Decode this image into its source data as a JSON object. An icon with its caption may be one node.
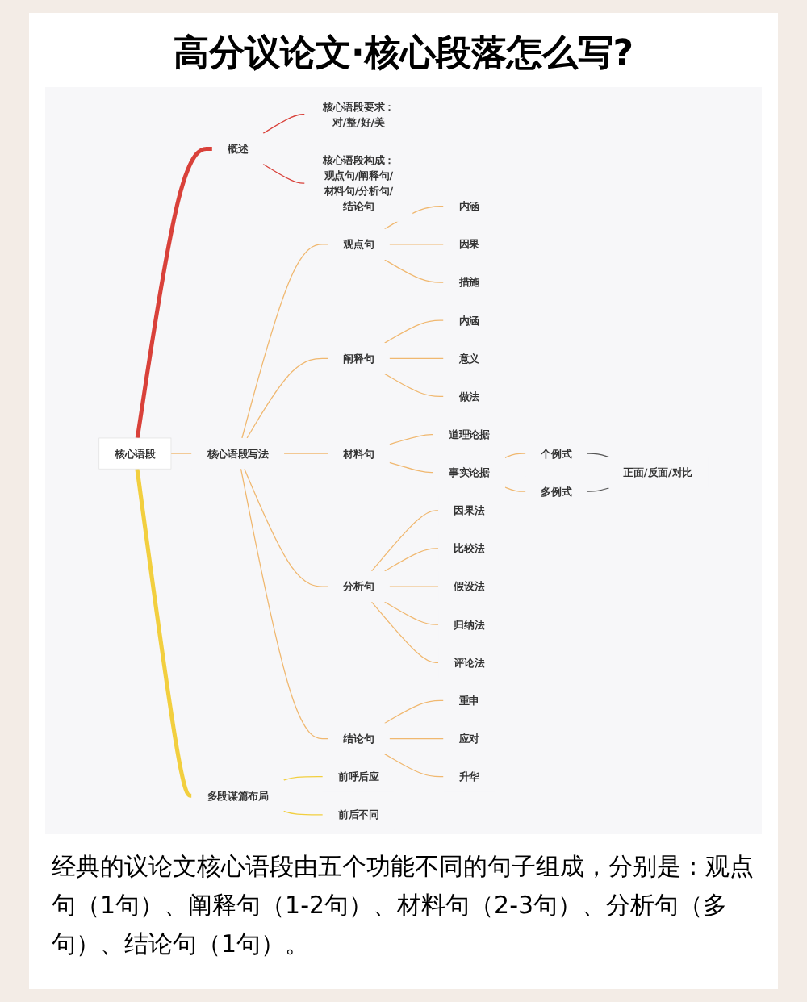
{
  "diagram": {
    "title": "高分议论文·核心段落怎么写?",
    "nodes": [
      {
        "text": [
          "核心语段"
        ]
      },
      {
        "text": [
          "概述"
        ]
      },
      {
        "text": [
          "核心语段要求：对/整/好/美"
        ]
      },
      {
        "text": [
          "核心语段构成：观点句/阐释句/材料句/分析句/结论句"
        ]
      },
      {
        "text": [
          "核心语段写法"
        ]
      },
      {
        "text": [
          "观点句"
        ]
      },
      {
        "text": [
          "内涵"
        ]
      },
      {
        "text": [
          "因果"
        ]
      },
      {
        "text": [
          "措施"
        ]
      },
      {
        "text": [
          "阐释句"
        ]
      },
      {
        "text": [
          "内涵"
        ]
      },
      {
        "text": [
          "意义"
        ]
      },
      {
        "text": [
          "做法"
        ]
      },
      {
        "text": [
          "材料句"
        ]
      },
      {
        "text": [
          "道理论据"
        ]
      },
      {
        "text": [
          "事实论据"
        ]
      },
      {
        "text": [
          "个例式"
        ]
      },
      {
        "text": [
          "多例式"
        ]
      },
      {
        "text": [
          "正面/反面/对比"
        ]
      },
      {
        "text": [
          "分析句"
        ]
      },
      {
        "text": [
          "因果法"
        ]
      },
      {
        "text": [
          "比较法"
        ]
      },
      {
        "text": [
          "假设法"
        ]
      },
      {
        "text": [
          "归纳法"
        ]
      },
      {
        "text": [
          "评论法"
        ]
      },
      {
        "text": [
          "结论句"
        ]
      },
      {
        "text": [
          "重申"
        ]
      },
      {
        "text": [
          "应对"
        ]
      },
      {
        "text": [
          "升华"
        ]
      },
      {
        "text": [
          "多段谋篇布局"
        ]
      },
      {
        "text": [
          "前呼后应"
        ]
      },
      {
        "text": [
          "前后不同"
        ]
      }
    ],
    "edges": [
      {
        "from": 0,
        "to": 1,
        "arrow": "none",
        "style": "thick",
        "color": "#d9413a"
      },
      {
        "from": 1,
        "to": 2,
        "arrow": "none",
        "color": "#d9413a"
      },
      {
        "from": 1,
        "to": 3,
        "arrow": "none",
        "color": "#d9413a"
      },
      {
        "from": 0,
        "to": 4,
        "arrow": "none"
      },
      {
        "from": 4,
        "to": 5,
        "arrow": "none"
      },
      {
        "from": 5,
        "to": 6,
        "arrow": "none"
      },
      {
        "from": 5,
        "to": 7,
        "arrow": "none"
      },
      {
        "from": 5,
        "to": 8,
        "arrow": "none"
      },
      {
        "from": 4,
        "to": 9,
        "arrow": "none"
      },
      {
        "from": 9,
        "to": 10,
        "arrow": "none"
      },
      {
        "from": 9,
        "to": 11,
        "arrow": "none"
      },
      {
        "from": 9,
        "to": 12,
        "arrow": "none"
      },
      {
        "from": 4,
        "to": 13,
        "arrow": "none"
      },
      {
        "from": 13,
        "to": 14,
        "arrow": "none"
      },
      {
        "from": 13,
        "to": 15,
        "arrow": "none"
      },
      {
        "from": 15,
        "to": 16,
        "arrow": "none"
      },
      {
        "from": 15,
        "to": 17,
        "arrow": "none"
      },
      {
        "from": 16,
        "to": 18,
        "arrow": "none",
        "color": "#555555"
      },
      {
        "from": 17,
        "to": 18,
        "arrow": "none",
        "color": "#555555"
      },
      {
        "from": 4,
        "to": 19,
        "arrow": "none"
      },
      {
        "from": 19,
        "to": 20,
        "arrow": "none"
      },
      {
        "from": 19,
        "to": 21,
        "arrow": "none"
      },
      {
        "from": 19,
        "to": 22,
        "arrow": "none"
      },
      {
        "from": 19,
        "to": 23,
        "arrow": "none"
      },
      {
        "from": 19,
        "to": 24,
        "arrow": "none"
      },
      {
        "from": 4,
        "to": 25,
        "arrow": "none"
      },
      {
        "from": 25,
        "to": 26,
        "arrow": "none"
      },
      {
        "from": 25,
        "to": 27,
        "arrow": "none"
      },
      {
        "from": 25,
        "to": 28,
        "arrow": "none"
      },
      {
        "from": 0,
        "to": 29,
        "arrow": "none",
        "style": "thick",
        "color": "#f2cf3f"
      },
      {
        "from": 29,
        "to": 30,
        "arrow": "none",
        "color": "#f2cf3f"
      },
      {
        "from": 29,
        "to": 31,
        "arrow": "none",
        "color": "#f2cf3f"
      }
    ],
    "labels": [
      "经典的议论文核心语段由五个功能不同的句子组成，分别是：观点句（1句）、阐释句（1-2句）、材料句（2-3句）、分析句（多句）、结论句（1句）。"
    ]
  }
}
